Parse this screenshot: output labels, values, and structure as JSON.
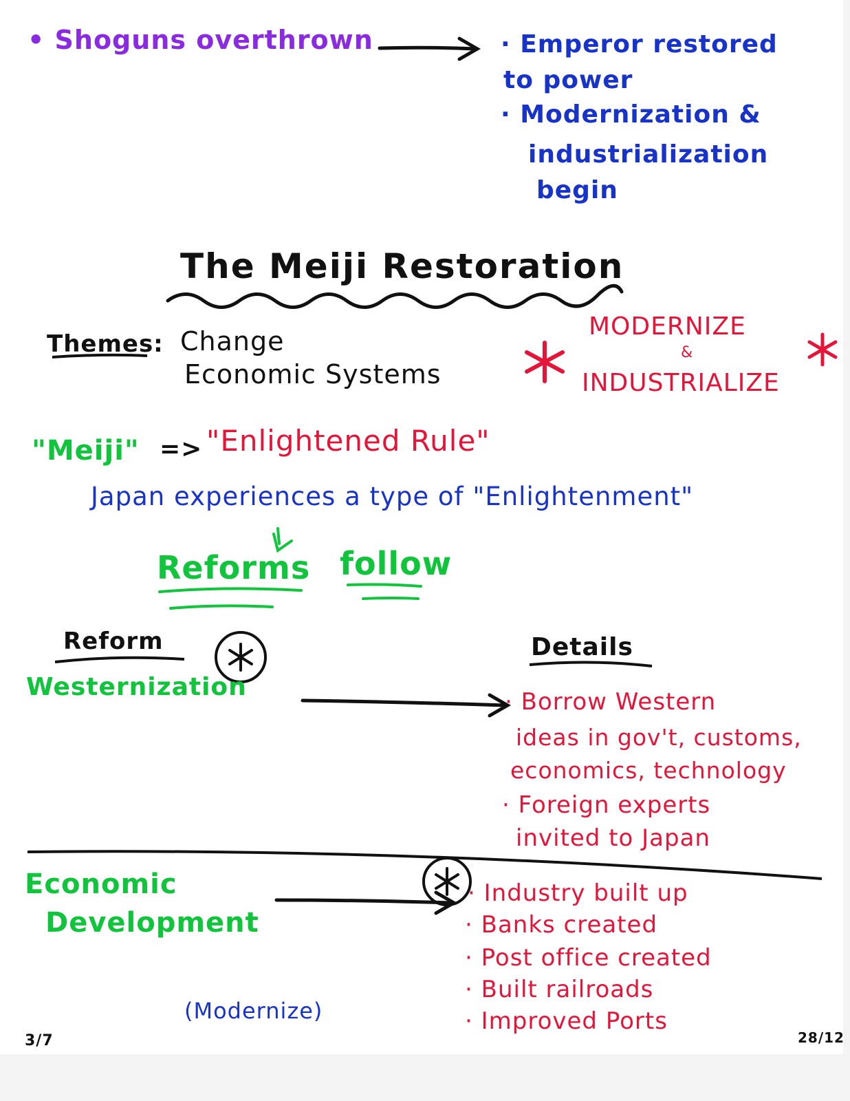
{
  "top": {
    "left_bullet": "Shoguns overthrown",
    "results": [
      "Emperor restored",
      "to power",
      "Modernization &",
      "industrialization",
      "begin"
    ]
  },
  "title": "The Meiji Restoration",
  "themes": {
    "label": "Themes:",
    "items": [
      "Change",
      "Economic Systems"
    ],
    "highlight_top": "MODERNIZE",
    "highlight_amp": "&",
    "highlight_bottom": "INDUSTRIALIZE"
  },
  "meiji": {
    "term": "\"Meiji\"",
    "arrow": "=>",
    "meaning": "\"Enlightened Rule\"",
    "sentence": "Japan experiences a type of \"Enlightenment\"",
    "reforms": "Reforms",
    "follow": "follow"
  },
  "table": {
    "col_reform": "Reform",
    "col_details": "Details",
    "rows": [
      {
        "reform": "Westernization",
        "details": [
          "Borrow Western",
          "ideas in gov't, customs,",
          "economics, technology",
          "Foreign experts",
          "invited to Japan"
        ]
      },
      {
        "reform_line1": "Economic",
        "reform_line2": "Development",
        "note": "(Modernize)",
        "details": [
          "Industry built up",
          "Banks created",
          "Post office created",
          "Built railroads",
          "Improved Ports"
        ]
      }
    ]
  },
  "page_marks": {
    "left": "3/7",
    "right": "28/12"
  },
  "colors": {
    "purple": "#8a2be2",
    "blue": "#1733c9",
    "red": "#e5153a",
    "green": "#10c43c",
    "black": "#111111"
  }
}
